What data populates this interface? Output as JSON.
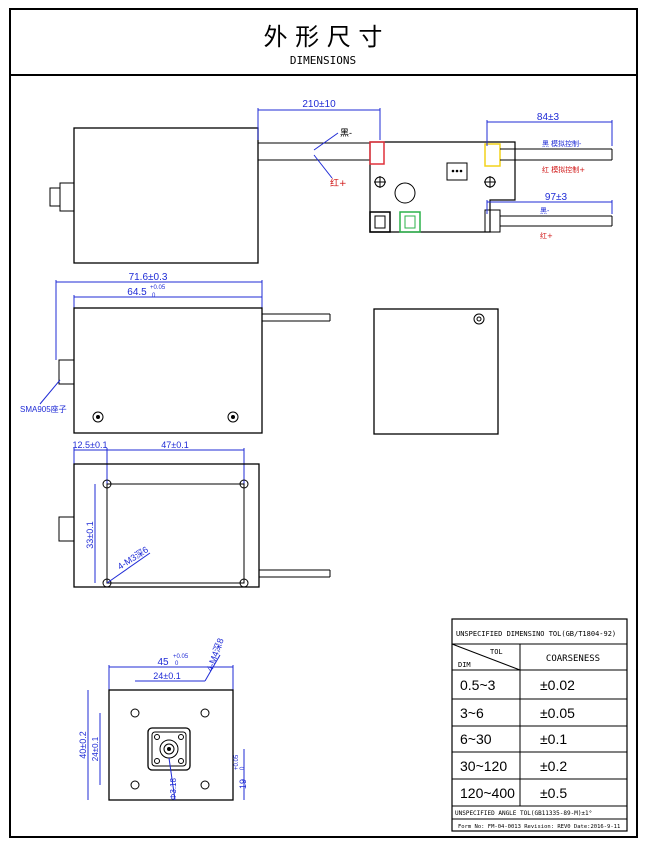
{
  "title": {
    "cn": "外 形 尺 寸",
    "en": "DIMENSIONS"
  },
  "colors": {
    "line": "#000000",
    "dimension": "#1f2bd6",
    "red_wire": "#d01515",
    "connector_red": "#e0303a",
    "connector_yellow": "#f2d21a",
    "connector_green": "#2bb24a"
  },
  "view_top": {
    "dim_cable": "210±10",
    "wire_black": "黑-",
    "wire_red": "红+",
    "dim_analog": "84±3",
    "analog_black": "黑 模拟控制-",
    "analog_red": "红 模拟控制+",
    "dim_power": "97±3",
    "power_black": "黑-",
    "power_red": "红+"
  },
  "view_side": {
    "dim_total": "71.6±0.3",
    "dim_body": "64.5",
    "dim_body_tol_upper": "+0.05",
    "dim_body_tol_lower": "0",
    "connector_label": "SMA905座子"
  },
  "view_bottom": {
    "dim_offset": "12.5±0.1",
    "dim_hole_spacing": "47±0.1",
    "dim_vertical": "33±0.1",
    "thread_label": "4-M3深6"
  },
  "view_front": {
    "dim_width": "45",
    "dim_width_tol_upper": "+0.05",
    "dim_width_tol_lower": "0",
    "dim_hole_spacing": "24±0.1",
    "thread_label": "4-M4深8",
    "dim_height": "40±0.2",
    "dim_hole_vertical": "24±0.1",
    "dim_center_height": "19",
    "dim_center_tol_upper": "+0.05",
    "dim_center_tol_lower": "0",
    "center_hole": "Φ3.18"
  },
  "tolerance_table": {
    "header": "UNSPECIFIED DIMENSINO TOL(GB/T1804-92)",
    "col_tol": "TOL",
    "col_dim": "DIM",
    "col_coarse": "COARSENESS",
    "rows": [
      {
        "dim": "0.5~3",
        "tol": "±0.02"
      },
      {
        "dim": "3~6",
        "tol": "±0.05"
      },
      {
        "dim": "6~30",
        "tol": "±0.1"
      },
      {
        "dim": "30~120",
        "tol": "±0.2"
      },
      {
        "dim": "120~400",
        "tol": "±0.5"
      }
    ],
    "angle_tol": "UNSPECIFIED ANGLE TOL(GB11335-89-M)±1°",
    "footer": "Form No: FM-04-0013 Revision: REV0 Date:2016-9-11"
  }
}
